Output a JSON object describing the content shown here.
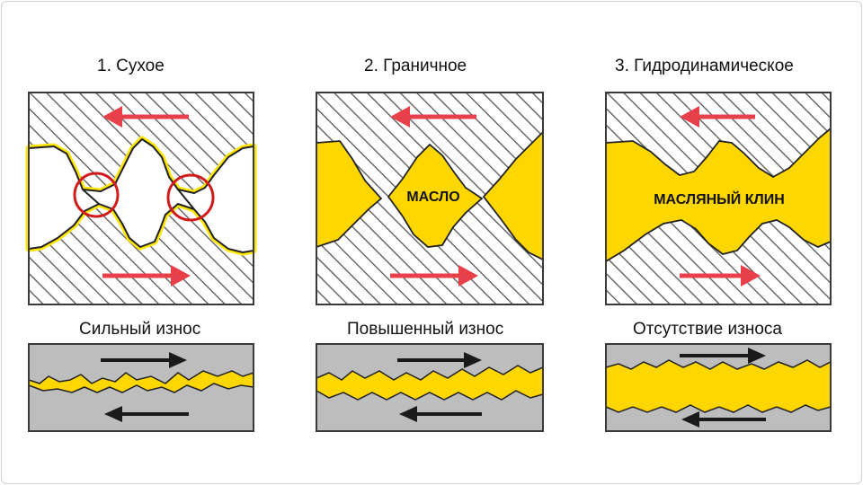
{
  "colors": {
    "oil": "#FFD700",
    "hatch": "#555555",
    "border": "#3a3a3a",
    "gray_metal": "#BDBDBD",
    "red_arrow": "#E8404A",
    "red_circle": "#D21A1A",
    "black_arrow": "#1a1a1a"
  },
  "top_titles": [
    "1. Сухое",
    "2. Граничное",
    "3. Гидродинамическое"
  ],
  "panel2_label": "МАСЛО",
  "panel3_label": "МАСЛЯНЫЙ КЛИН",
  "bottom_titles": [
    "Сильный износ",
    "Повышенный износ",
    "Отсутствие износа"
  ]
}
